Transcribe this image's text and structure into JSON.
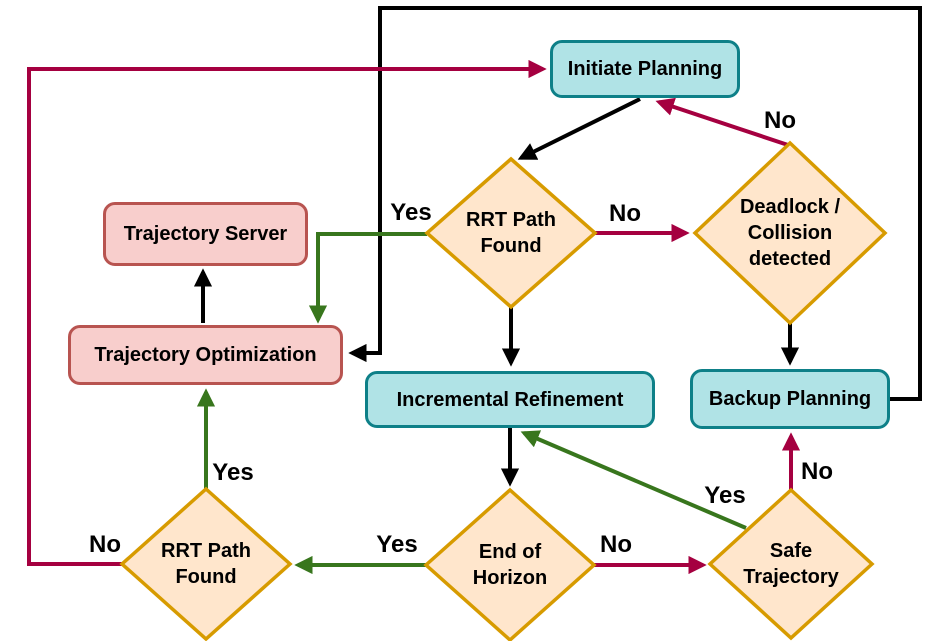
{
  "colors": {
    "background": "#ffffff",
    "text": "#000000",
    "process_fill": "#b0e3e6",
    "process_stroke": "#0e8088",
    "io_fill": "#f8cecc",
    "io_stroke": "#b85450",
    "decision_fill": "#ffe6cc",
    "decision_stroke": "#d79b00",
    "edge_plain": "#000000",
    "edge_yes": "#38761d",
    "edge_no": "#a50040"
  },
  "nodes": {
    "initiate_planning": {
      "label": "Initiate Planning",
      "type": "process"
    },
    "trajectory_server": {
      "label": "Trajectory Server",
      "type": "process"
    },
    "trajectory_optimization": {
      "label": "Trajectory Optimization",
      "type": "process"
    },
    "incremental_refinement": {
      "label": "Incremental Refinement",
      "type": "process"
    },
    "backup_planning": {
      "label": "Backup Planning",
      "type": "process"
    },
    "rrt_path_found_top": {
      "label": "RRT Path\nFound",
      "type": "decision"
    },
    "deadlock_collision": {
      "label": "Deadlock /\nCollision\ndetected",
      "type": "decision"
    },
    "rrt_path_found_bottom": {
      "label": "RRT Path\nFound",
      "type": "decision"
    },
    "end_of_horizon": {
      "label": "End of\nHorizon",
      "type": "decision"
    },
    "safe_trajectory": {
      "label": "Safe\nTrajectory",
      "type": "decision"
    }
  },
  "edges": [
    {
      "from": "backup_planning",
      "to": "trajectory_optimization",
      "label": "",
      "color": "black"
    },
    {
      "from": "rrt_path_found_bottom",
      "to": "initiate_planning",
      "label": "No",
      "color": "crimson"
    },
    {
      "from": "initiate_planning",
      "to": "rrt_path_found_top",
      "label": "",
      "color": "black"
    },
    {
      "from": "deadlock_collision",
      "to": "initiate_planning",
      "label": "No",
      "color": "crimson"
    },
    {
      "from": "rrt_path_found_top",
      "to": "deadlock_collision",
      "label": "No",
      "color": "crimson"
    },
    {
      "from": "rrt_path_found_top",
      "to": "trajectory_optimization",
      "label": "Yes",
      "color": "green"
    },
    {
      "from": "rrt_path_found_top",
      "to": "incremental_refinement",
      "label": "",
      "color": "black"
    },
    {
      "from": "deadlock_collision",
      "to": "backup_planning",
      "label": "",
      "color": "black"
    },
    {
      "from": "trajectory_optimization",
      "to": "trajectory_server",
      "label": "",
      "color": "black"
    },
    {
      "from": "incremental_refinement",
      "to": "end_of_horizon",
      "label": "",
      "color": "black"
    },
    {
      "from": "rrt_path_found_bottom",
      "to": "trajectory_optimization",
      "label": "Yes",
      "color": "green"
    },
    {
      "from": "end_of_horizon",
      "to": "rrt_path_found_bottom",
      "label": "Yes",
      "color": "green"
    },
    {
      "from": "end_of_horizon",
      "to": "safe_trajectory",
      "label": "No",
      "color": "crimson"
    },
    {
      "from": "safe_trajectory",
      "to": "backup_planning",
      "label": "No",
      "color": "crimson"
    },
    {
      "from": "safe_trajectory",
      "to": "incremental_refinement",
      "label": "Yes",
      "color": "green"
    }
  ]
}
